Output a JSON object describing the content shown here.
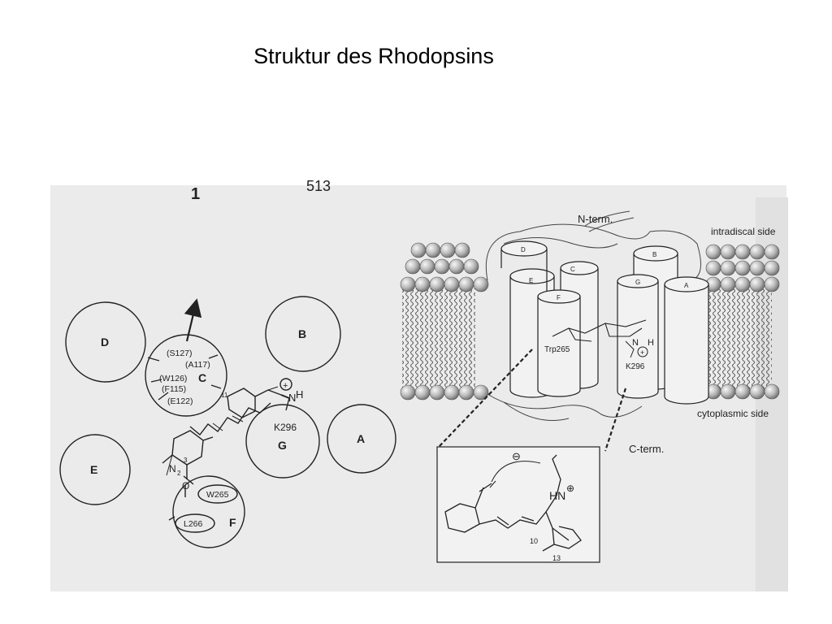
{
  "slide": {
    "title": "Struktur des Rhodopsins"
  },
  "scan_fragments": {
    "header_digit": "1",
    "header_partial": "513"
  },
  "left_panel": {
    "helices": {
      "A": "A",
      "B": "B",
      "C": "C",
      "D": "D",
      "E": "E",
      "F": "F",
      "G": "G"
    },
    "residues": {
      "s127": "(S127)",
      "a117": "(A117)",
      "w126": "(W126)",
      "f115": "(F115)",
      "e122": "(E122)",
      "k296": "K296",
      "w265": "W265",
      "l266": "L266"
    },
    "chem": {
      "c11": "11",
      "c3": "3",
      "n2": "N",
      "n2_sub": "2",
      "o": "O",
      "nh": "N",
      "h": "H",
      "plus": "+"
    }
  },
  "right_panel": {
    "n_term": "N-term.",
    "c_term": "C-term.",
    "intradiscal": "intradiscal side",
    "cytoplasmic": "cytoplasmic side",
    "helix_labels": {
      "a": "A",
      "b": "B",
      "c": "C",
      "d": "D",
      "e": "E",
      "f": "F",
      "g": "G"
    },
    "trp": "Trp265",
    "k296": "K296",
    "nh": "N",
    "h": "H",
    "plus": "+",
    "inset": {
      "minus": "⊖",
      "hn": "HN",
      "plus": "⊕",
      "c10": "10",
      "c13": "13"
    }
  },
  "colors": {
    "scan_bg": "#ebebeb",
    "ink": "#222222",
    "lipid_head": "#b9b9b9"
  }
}
